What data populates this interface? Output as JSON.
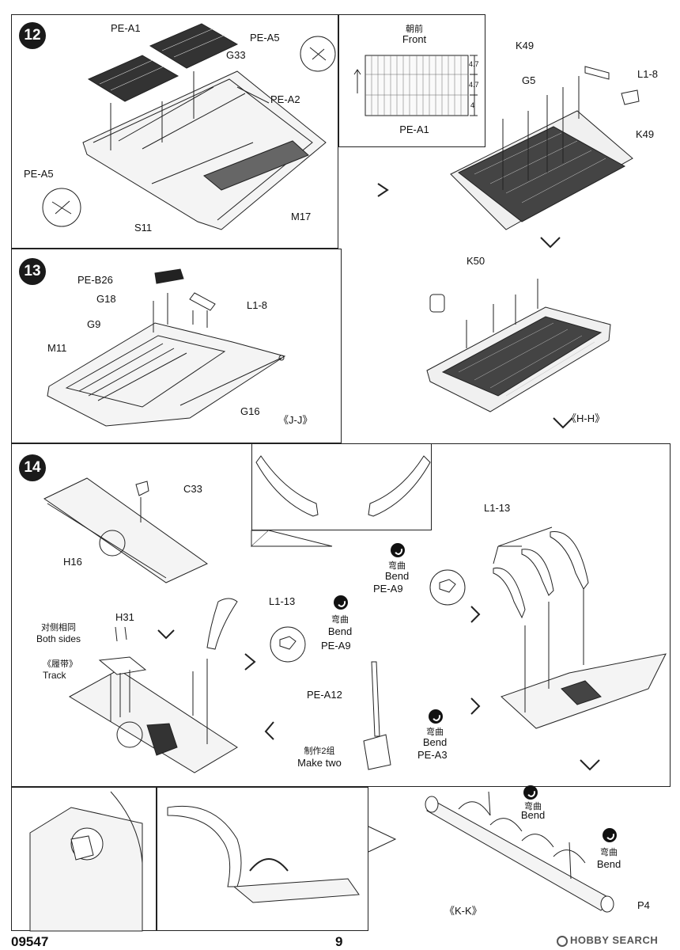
{
  "footer": {
    "code": "09547",
    "page": "9",
    "watermark": "HOBBY SEARCH"
  },
  "step12": {
    "number": "12",
    "labels": {
      "pe_a1": "PE-A1",
      "pe_a5_top": "PE-A5",
      "g33": "G33",
      "pe_a2": "PE-A2",
      "pe_a5_left": "PE-A5",
      "s11": "S11",
      "m17": "M17"
    }
  },
  "inset_front": {
    "cn": "朝前",
    "en": "Front",
    "part": "PE-A1",
    "dims": [
      "4.7",
      "4.7",
      "4"
    ]
  },
  "step12b": {
    "labels": {
      "k49_top": "K49",
      "g5": "G5",
      "l1_8": "L1-8",
      "k49_right": "K49"
    }
  },
  "step13": {
    "number": "13",
    "labels": {
      "pe_b26": "PE-B26",
      "g18": "G18",
      "l1_8": "L1-8",
      "g9": "G9",
      "m11": "M11",
      "g16": "G16"
    },
    "view": "《J-J》"
  },
  "step13b": {
    "labels": {
      "k50": "K50"
    },
    "view": "《H-H》"
  },
  "step14": {
    "number": "14",
    "labels": {
      "c33": "C33",
      "h16": "H16",
      "l1_13_mid": "L1-13",
      "l1_13_right": "L1-13",
      "h31": "H31",
      "both_cn": "对侧相同",
      "both_en": "Both sides",
      "track_cn": "《履带》",
      "track_en": "Track",
      "bend_cn": "弯曲",
      "bend_en": "Bend",
      "pe_a9": "PE-A9",
      "pe_a12": "PE-A12",
      "pe_a3": "PE-A3",
      "make_cn": "制作2组",
      "make_en": "Make two",
      "p4": "P4"
    },
    "view": "《K-K》"
  }
}
